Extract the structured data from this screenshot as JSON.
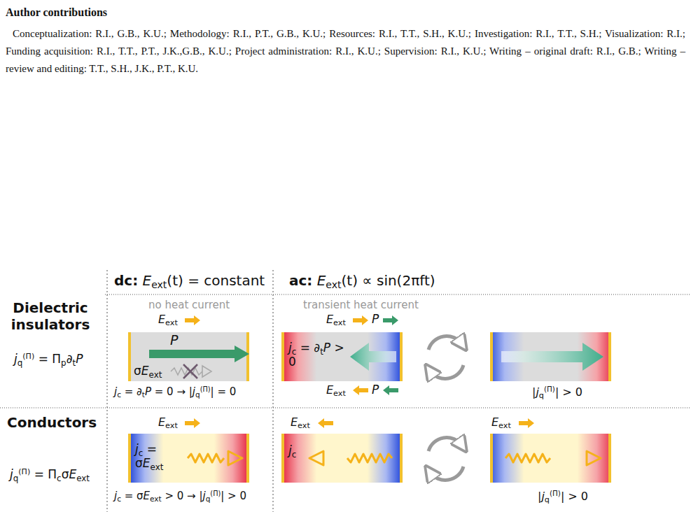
{
  "diagram": {
    "title": "Author contributions",
    "nodes": [
      {
        "text": [
          "P",
          "σEext"
        ]
      },
      {
        "text": [
          "jc = ∂tP > 0"
        ]
      },
      {
        "text": [
          "jc = σEext"
        ]
      },
      {
        "text": [
          "jc"
        ]
      }
    ],
    "labels": [
      "Conceptualization: R.I., G.B., K.U.; Methodology: R.I., P.T., G.B., K.U.; Resources: R.I., T.T., S.H., K.U.; Investigation: R.I., T.T., S.H.; Visualization: R.I.; Funding acquisition: R.I., T.T., P.T., J.K.,G.B., K.U.; Project administration: R.I., K.U.; Supervision: R.I., K.U.; Writing – original draft: R.I., G.B.; Writing – review and editing: T.T., S.H., J.K., P.T., K.U.",
      "dc: Eext(t) = constant",
      "ac: Eext(t) ∝ sin(2πft)",
      "Dielectric insulators",
      "jq(Π) = Πp∂tP",
      "Conductors",
      "jq(Π) = ΠcσEext",
      "no heat current",
      "transient heat current",
      "Eext",
      "jc = ∂tP = 0 → |jq(Π)| = 0",
      "Eext",
      "P",
      "Eext",
      "P",
      "|jq(Π)| > 0",
      "Eext",
      "jc = σEext > 0 → |jq(Π)| > 0",
      "Eext",
      "Eext",
      "|jq(Π)| > 0"
    ]
  }
}
